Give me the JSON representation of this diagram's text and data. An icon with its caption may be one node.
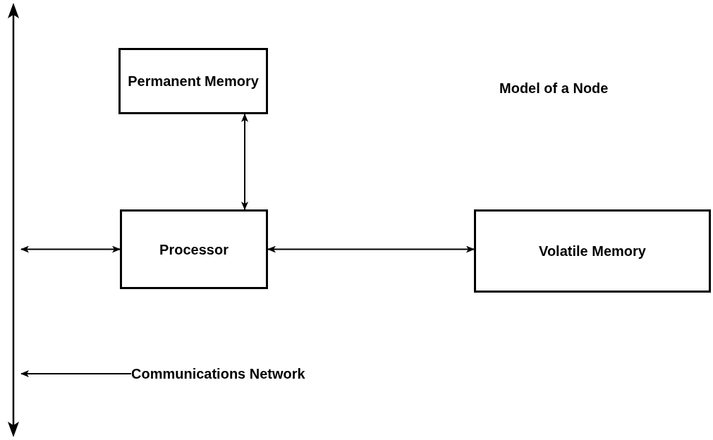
{
  "diagram": {
    "title": "Model of a Node",
    "nodes": [
      {
        "text": [
          "Permanent Memory"
        ]
      },
      {
        "text": [
          "Processor"
        ]
      },
      {
        "text": [
          "Volatile Memory"
        ]
      },
      {
        "text": [],
        "shape": "bar"
      },
      {
        "text": [
          "Communications Network"
        ]
      }
    ],
    "edges": [
      {
        "from": 0,
        "to": 1,
        "arrow": "both"
      },
      {
        "from": 1,
        "to": 2,
        "arrow": "both"
      },
      {
        "from": 1,
        "to": 3,
        "arrow": "both"
      },
      {
        "from": 4,
        "to": 3,
        "arrow": "to"
      }
    ]
  }
}
